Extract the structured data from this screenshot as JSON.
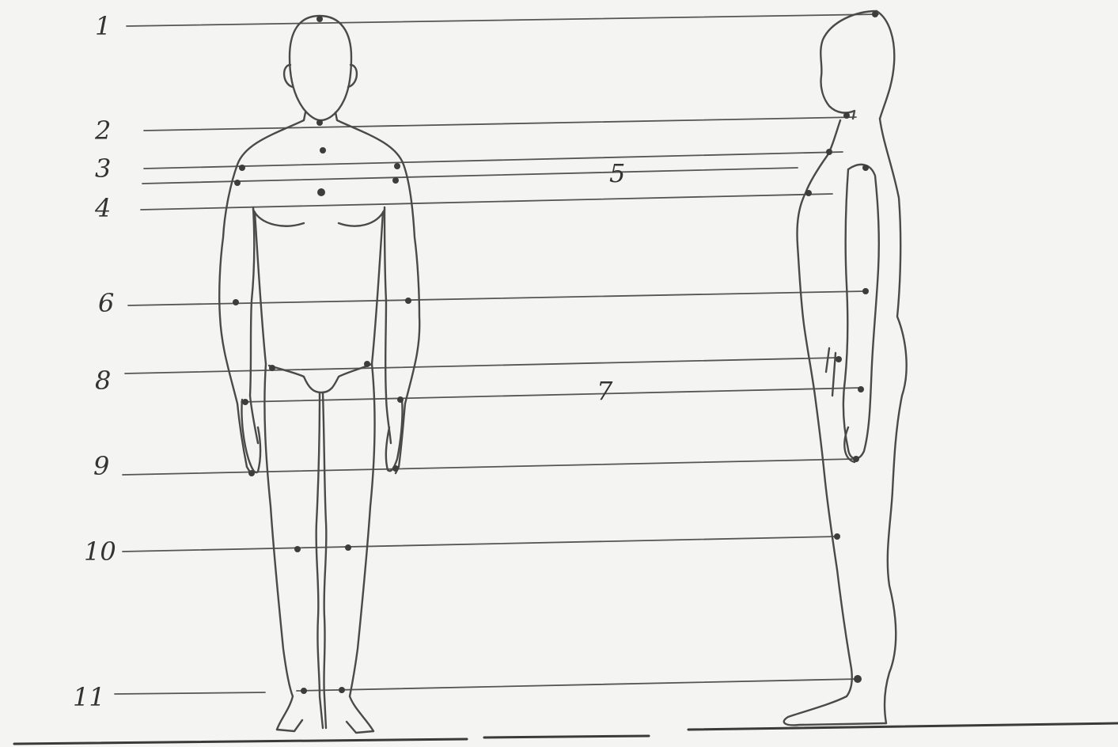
{
  "level_labels": {
    "l1": "1",
    "l2": "2",
    "l3": "3",
    "l4": "4",
    "l5": "5",
    "l6": "6",
    "l7": "7",
    "l8": "8",
    "l9": "9",
    "l10": "10",
    "l11": "11"
  },
  "colors": {
    "paper": "#f4f4f2",
    "ink": "#4a4a4a"
  }
}
